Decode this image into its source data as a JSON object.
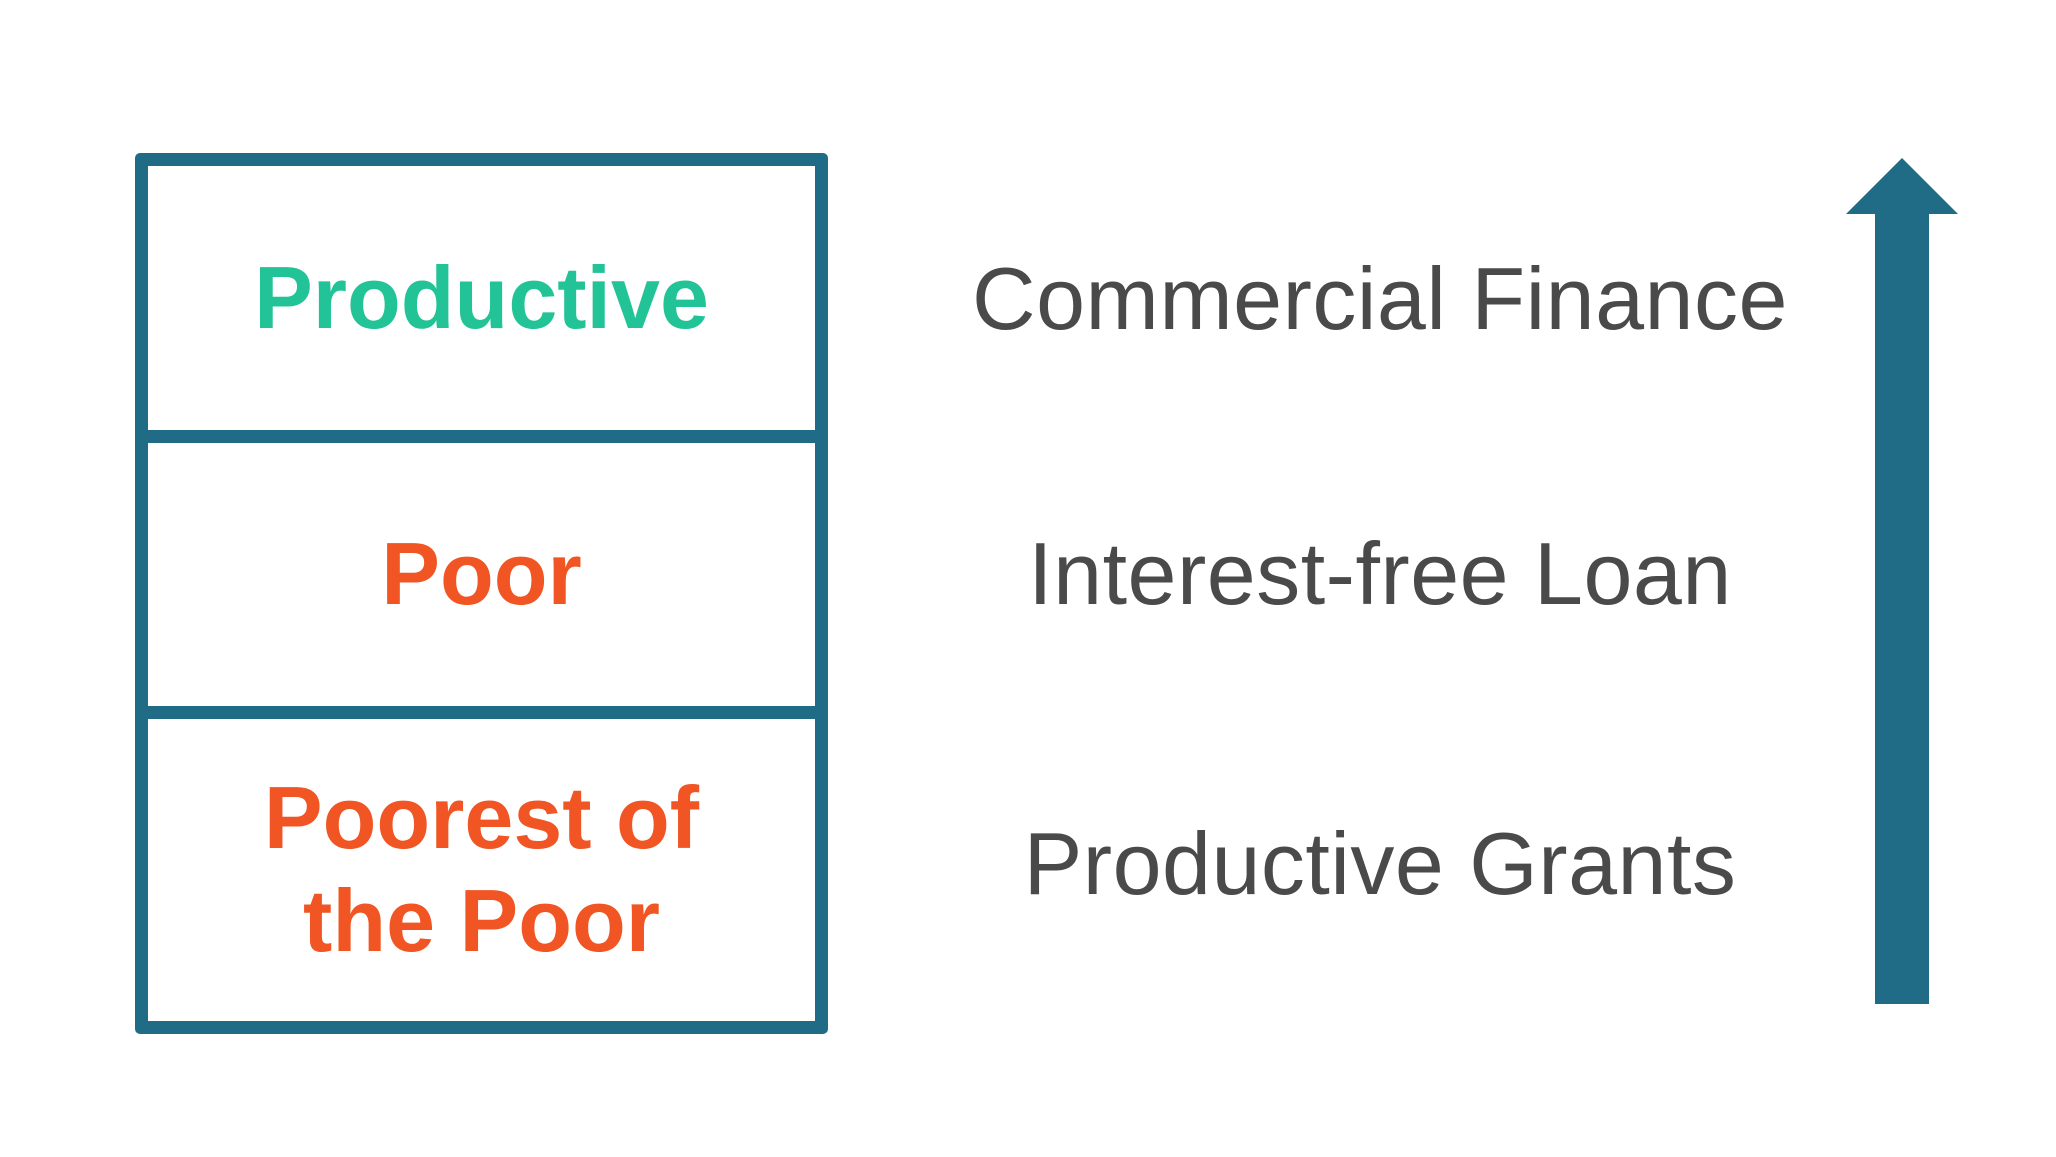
{
  "tiers": {
    "productive": {
      "label": "Productive",
      "color": "#22c396"
    },
    "poor": {
      "label": "Poor",
      "color": "#f05523"
    },
    "poorest": {
      "label": "Poorest of the Poor",
      "color": "#f05523"
    }
  },
  "finance": {
    "commercial": "Commercial Finance",
    "loan": "Interest-free Loan",
    "grants": "Productive Grants"
  },
  "colors": {
    "frame": "#206c87",
    "arrow": "#206c87",
    "text": "#4a4a4a"
  },
  "arrow": {
    "icon": "arrow-up-icon",
    "direction": "up"
  }
}
